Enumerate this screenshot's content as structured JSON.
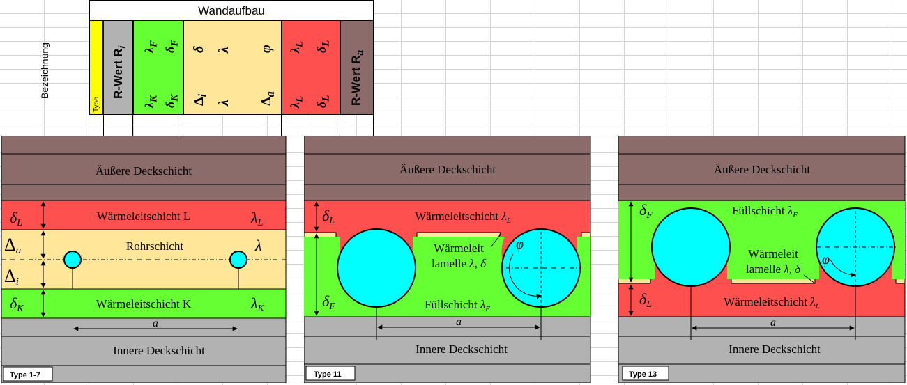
{
  "header": {
    "group_title": "Wandaufbau",
    "row_label": "Bezeichnung",
    "type_label": "Type",
    "r_inner": "R-Wert Rᵢ",
    "lambda_f": "λ_F",
    "delta_f": "δ_F",
    "lambda_k": "λ_K",
    "delta_k": "δ_K",
    "delta": "δ",
    "lambda_top": "λ",
    "phi": "φ",
    "delta_i": "Δᵢ",
    "lambda_bottom": "λ",
    "delta_a": "Δ_a",
    "lambda_l_top": "λ_L",
    "delta_l_top": "δ_L",
    "lambda_l_bottom": "λ_L",
    "delta_l_bottom": "δ_L",
    "r_outer": "R-Wert Rₐ",
    "colors": {
      "type": "#ffff00",
      "r_inner": "#b2b2b2",
      "fill": "#66ff33",
      "pipe": "#ffe699",
      "heat": "#ff5050",
      "r_outer": "#8c6b6b"
    }
  },
  "panel1": {
    "outer": "Äußere Deckschicht",
    "heat_layer": "Wärmeleitschicht L",
    "pipe_layer": "Rohrschicht",
    "k_layer": "Wärmeleitschicht K",
    "inner": "Innere Deckschicht",
    "delta_l": "δ_L",
    "lambda_l": "λ_L",
    "delta_a": "Δ_a",
    "lambda": "λ",
    "delta_i": "Δ_i",
    "delta_k": "δ_K",
    "lambda_k": "λ_K",
    "a": "a",
    "badge": "Type 1-7"
  },
  "panel2": {
    "outer": "Äußere Deckschicht",
    "heat_layer": "Wärmeleitschicht λ_L",
    "lamella_1": "Wärmeleit",
    "lamella_2": "lamelle λ, δ",
    "fill_layer": "Füllschicht λ_F",
    "inner": "Innere Deckschicht",
    "delta_l": "δ_L",
    "delta_f": "δ_F",
    "phi": "φ",
    "a": "a",
    "badge": "Type 11"
  },
  "panel3": {
    "outer": "Äußere Deckschicht",
    "fill_layer": "Füllschicht λ_F",
    "lamella_1": "Wärmeleit",
    "lamella_2": "lamelle λ, δ",
    "heat_layer": "Wärmeleitschicht λ_L",
    "inner": "Innere Deckschicht",
    "delta_f": "δ_F",
    "delta_l": "δ_L",
    "phi": "φ",
    "a": "a",
    "badge": "Type 13"
  }
}
